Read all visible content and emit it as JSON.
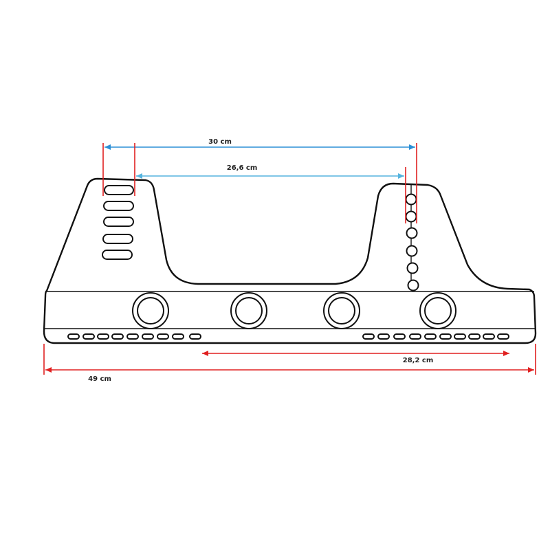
{
  "dimensions": {
    "d30": "30 cm",
    "d26": "26,6 cm",
    "d28": "28,2 cm",
    "d49": "49 cm"
  },
  "colors": {
    "outline": "#111111",
    "dim_blue": "#2b8fd6",
    "dim_lightblue": "#55b4df",
    "dim_red": "#e02020"
  }
}
